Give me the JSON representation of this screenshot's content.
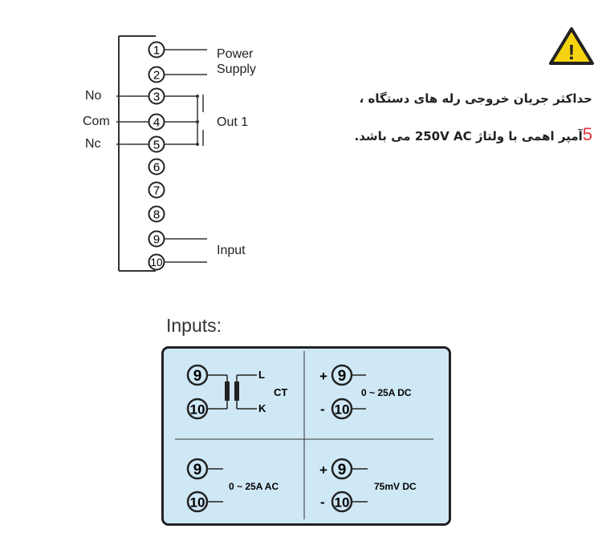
{
  "terminals": [
    "1",
    "2",
    "3",
    "4",
    "5",
    "6",
    "7",
    "8",
    "9",
    "10"
  ],
  "side_labels": {
    "no": "No",
    "com": "Com",
    "nc": "Nc"
  },
  "right_labels": {
    "power": "Power",
    "supply": "Supply",
    "out1": "Out 1",
    "input": "Input"
  },
  "note": {
    "line1": "حداکثر جریان خروجی رله های دستگاه ،",
    "line2_prefix": "آمپر اهمی با ولتاژ",
    "line2_voltage": "250V AC",
    "line2_suffix": "می باشد.",
    "line2_number": "5",
    "warning_mark": "!"
  },
  "inputs": {
    "title": "Inputs:",
    "ct_l": "L",
    "ct_k": "K",
    "ct": "CT",
    "dc_range": "0 ~ 25A DC",
    "ac_range": "0 ~ 25A AC",
    "mv_range": "75mV DC",
    "plus": "+",
    "minus": "-",
    "t9": "9",
    "t10": "10"
  },
  "colors": {
    "panel_bg": "#cfe8f6",
    "warning_yellow": "#f5d40f",
    "accent_red": "#e0323a"
  },
  "icons": {
    "warning": "warning-triangle-icon"
  }
}
